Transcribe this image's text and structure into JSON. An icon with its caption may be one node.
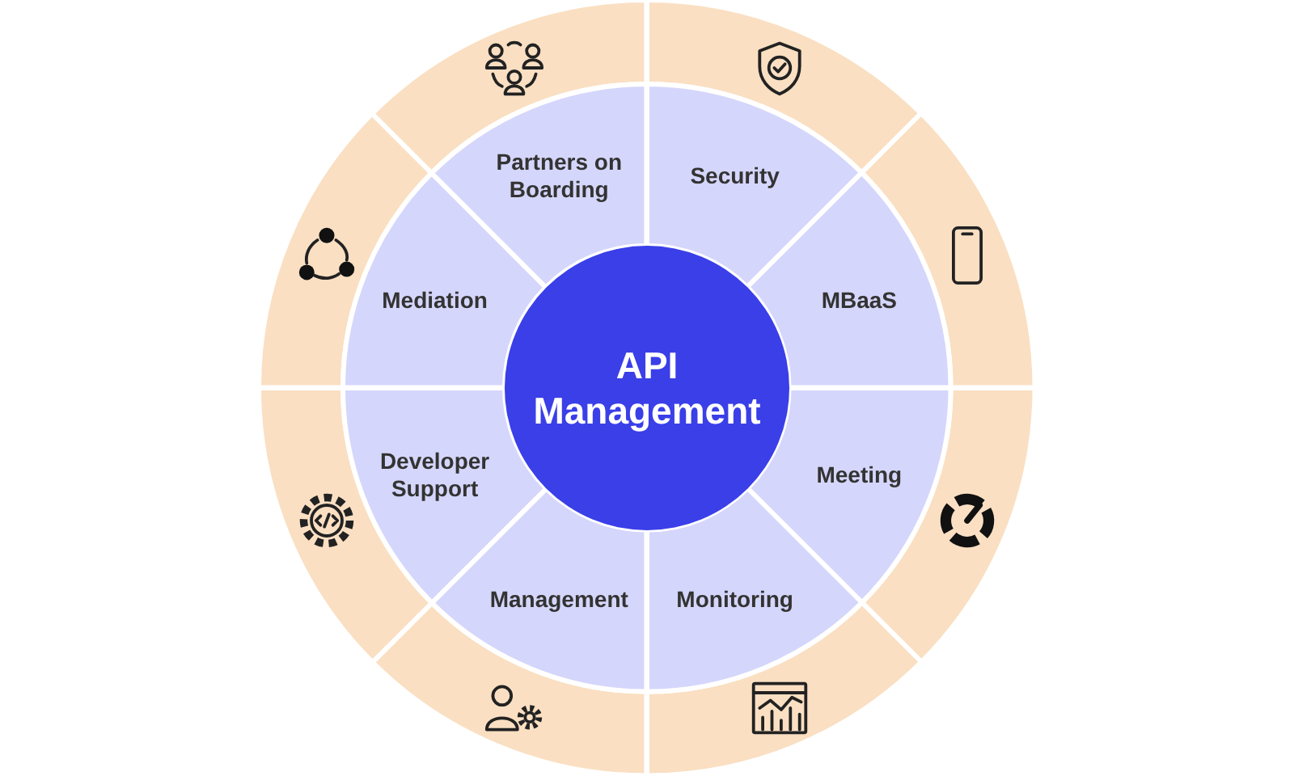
{
  "diagram": {
    "nodes": [
      {
        "text": [
          "API Management"
        ]
      },
      {
        "text": [
          "Security"
        ]
      },
      {
        "text": [
          "MBaaS"
        ]
      },
      {
        "text": [
          "Meeting"
        ]
      },
      {
        "text": [
          "Monitoring"
        ]
      },
      {
        "text": [
          "Management"
        ]
      },
      {
        "text": [
          "Developer Support"
        ]
      },
      {
        "text": [
          "Mediation"
        ]
      },
      {
        "text": [
          "Partners on Boarding"
        ]
      }
    ]
  }
}
